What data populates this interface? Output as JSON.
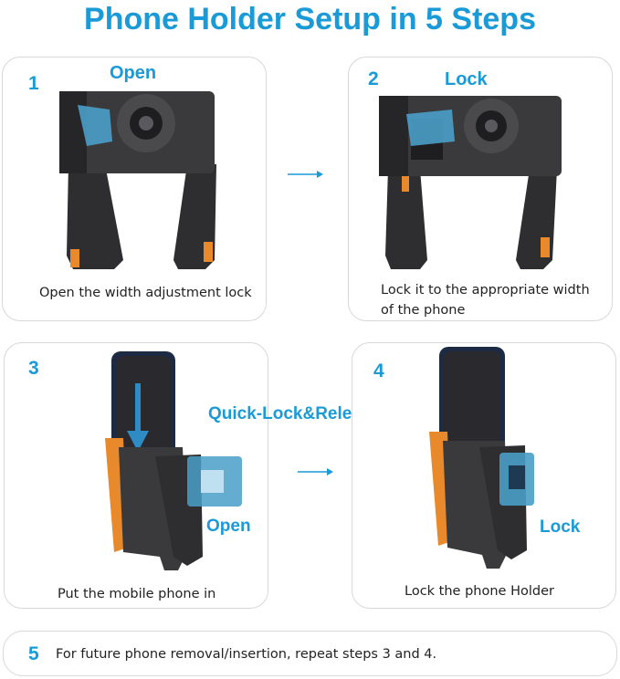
{
  "title": "Phone Holder Setup in 5 Steps",
  "steps": [
    {
      "number": "1",
      "label": "Open",
      "caption": "Open the width adjustment lock"
    },
    {
      "number": "2",
      "label": "Lock",
      "caption_line1": "Lock it to the appropriate width",
      "caption_line2": "of the phone"
    },
    {
      "number": "3",
      "label_top": "Quick-Lock&Release",
      "label": "Open",
      "caption": "Put the mobile phone in"
    },
    {
      "number": "4",
      "label": "Lock",
      "caption": "Lock the phone  Holder"
    },
    {
      "number": "5",
      "caption": "For future phone removal/insertion, repeat steps 3 and 4."
    }
  ],
  "colors": {
    "accent": "#1a9ad6",
    "device_dark": "#2e2e30",
    "orange": "#e8892b",
    "clip_blue": "#4a9fc8"
  }
}
